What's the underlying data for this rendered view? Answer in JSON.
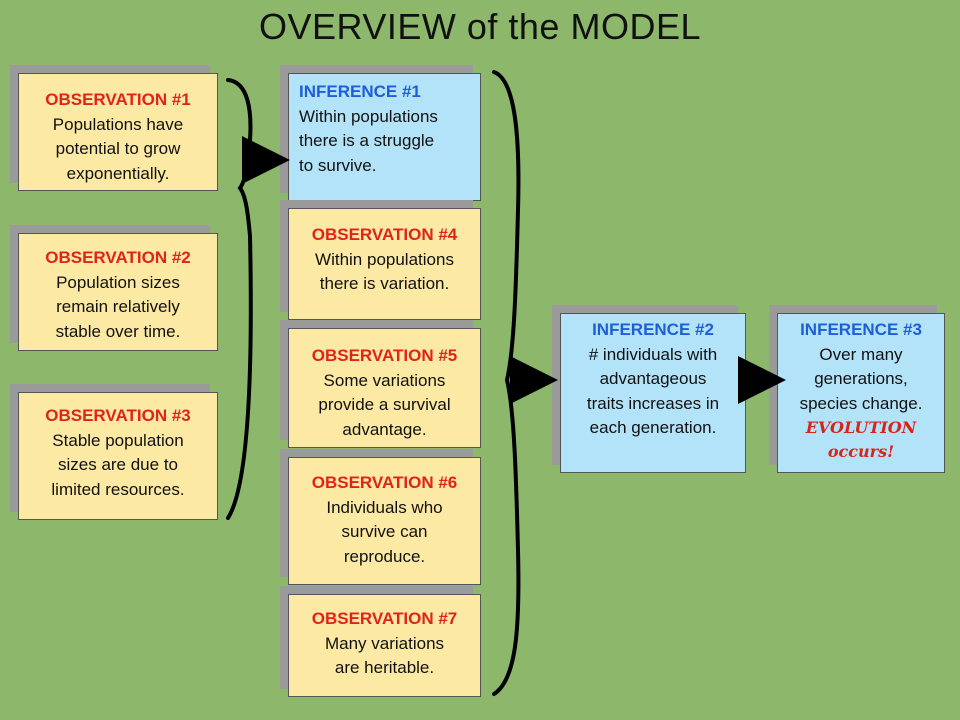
{
  "title": "OVERVIEW of the MODEL",
  "cards": {
    "obs1": {
      "head": "OBSERVATION  #1",
      "body": "Populations have\npotential to grow\nexponentially."
    },
    "obs2": {
      "head": "OBSERVATION  #2",
      "body": "Population sizes\nremain relatively\nstable over time."
    },
    "obs3": {
      "head": "OBSERVATION  #3",
      "body": "Stable population\nsizes are due to\nlimited resources."
    },
    "inf1": {
      "head": "INFERENCE  #1",
      "body": "Within populations\nthere is a struggle\nto survive."
    },
    "obs4": {
      "head": "OBSERVATION  #4",
      "body": "Within populations\nthere is variation."
    },
    "obs5": {
      "head": "OBSERVATION  #5",
      "body": "Some variations\nprovide a survival\nadvantage."
    },
    "obs6": {
      "head": "OBSERVATION  #6",
      "body": "Individuals who\nsurvive can\nreproduce."
    },
    "obs7": {
      "head": "OBSERVATION  #7",
      "body": "Many variations\nare heritable."
    },
    "inf2": {
      "head": "INFERENCE  #2",
      "body": "# individuals with\nadvantageous\ntraits increases in\neach generation."
    },
    "inf3": {
      "head": "INFERENCE  #3",
      "body": "Over many\ngenerations,\nspecies change.",
      "emphasis": "EVOLUTION\noccurs!"
    }
  },
  "colors": {
    "background": "#8db86b",
    "observation_fill": "#fce9a3",
    "inference_fill": "#b3e3f8",
    "observation_heading": "#e0241b",
    "inference_heading": "#1e5ed8"
  }
}
